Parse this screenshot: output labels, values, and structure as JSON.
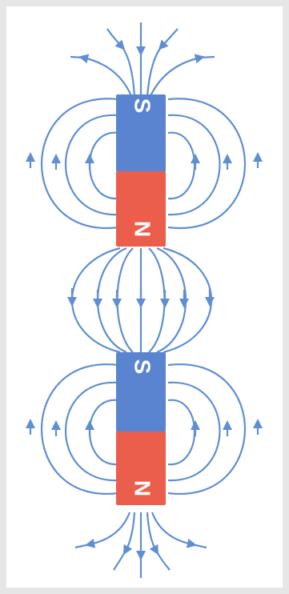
{
  "magnets": [
    {
      "top_pole": "S",
      "bottom_pole": "N"
    },
    {
      "top_pole": "S",
      "bottom_pole": "N"
    }
  ],
  "colors": {
    "south_pole": "#5a84cf",
    "north_pole": "#ec5e4c",
    "field_lines": "#5f8fd2",
    "background": "#ffffff",
    "frame": "#e6e6e6"
  }
}
